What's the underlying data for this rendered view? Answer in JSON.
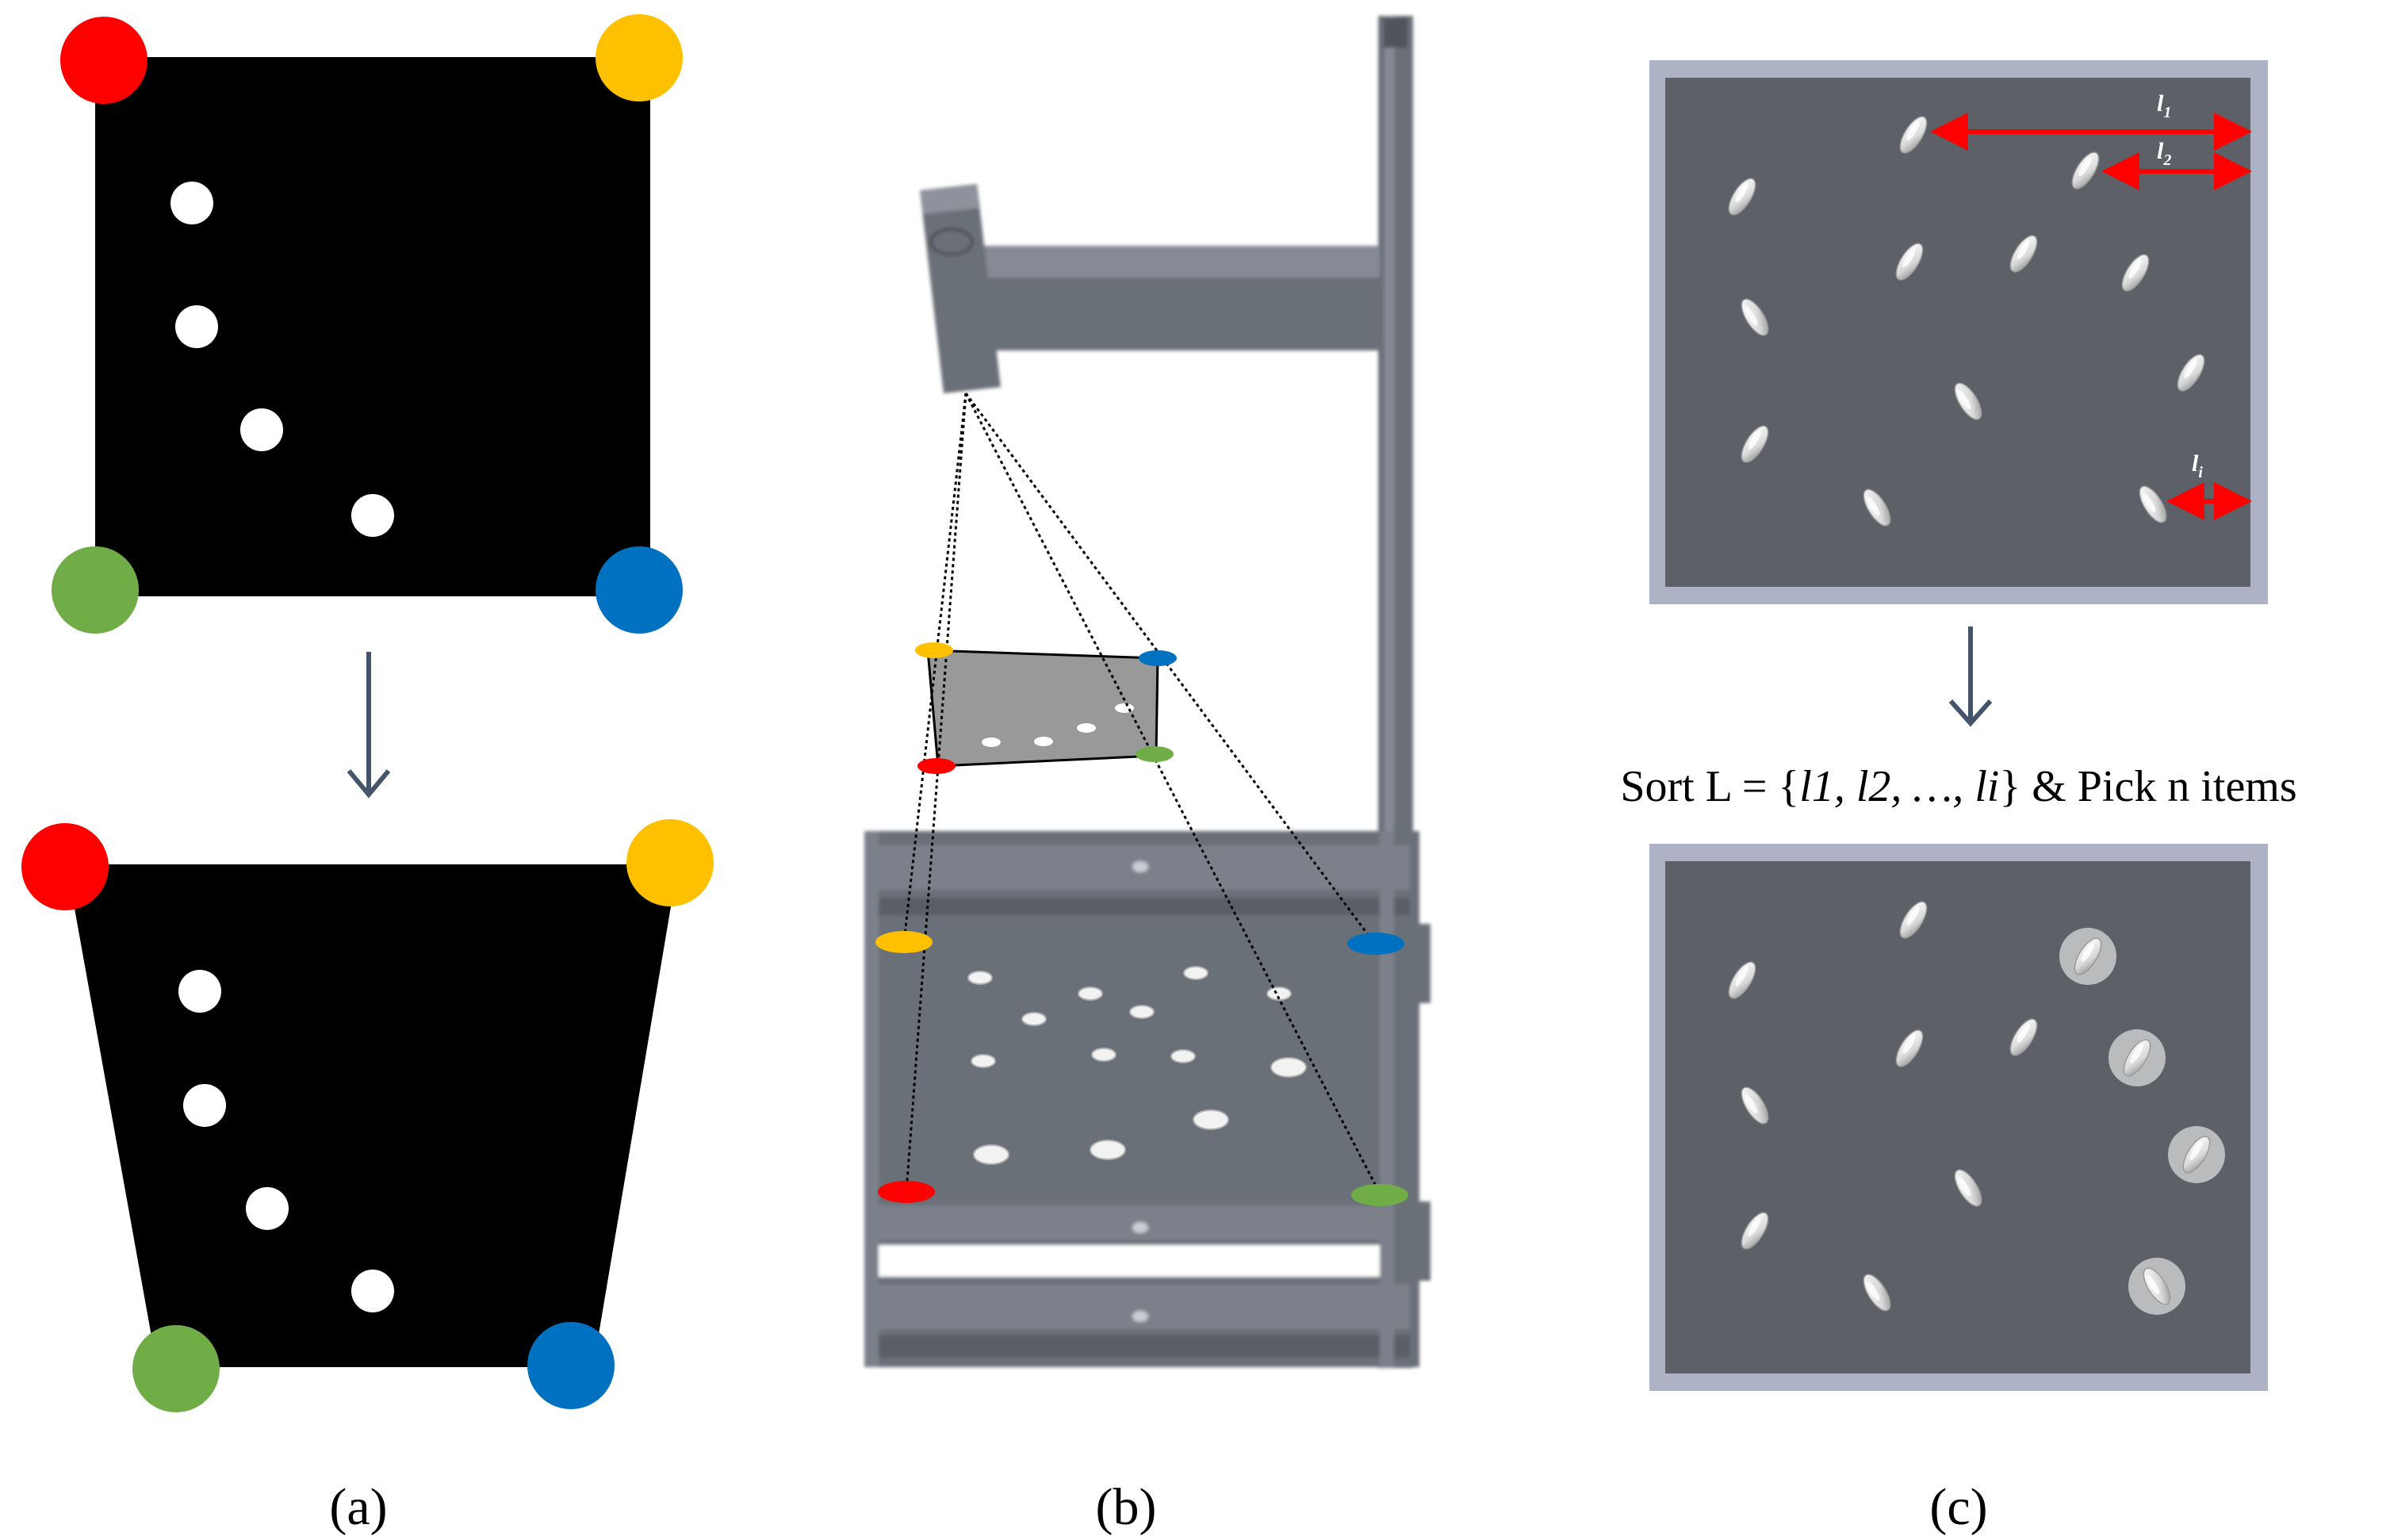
{
  "labels": {
    "panel_a": "(a)",
    "panel_b": "(b)",
    "panel_c": "(c)"
  },
  "panel_c": {
    "sort_prefix": "Sort L = {",
    "sort_set": "l1, l2, …, li",
    "sort_suffix": "}  &  Pick n items",
    "dim_labels": {
      "l1": "l",
      "l1_sub": "1",
      "l2": "l",
      "l2_sub": "2",
      "li": "l",
      "li_sub": "i"
    }
  },
  "colors": {
    "marker_red": "#ff0000",
    "marker_yellow": "#ffc000",
    "marker_green": "#70ad47",
    "marker_blue": "#0070c0",
    "board_black": "#000000",
    "frame_gray": "#6b6f78",
    "plate_gray": "#5d6066",
    "plate_border": "#adb3c4",
    "measure_red": "#ff0000",
    "arrow_gray": "#44546a"
  },
  "icons": [
    "down-arrow-icon",
    "double-arrow-icon",
    "camera-icon",
    "seed-icon",
    "corner-marker-icon"
  ]
}
